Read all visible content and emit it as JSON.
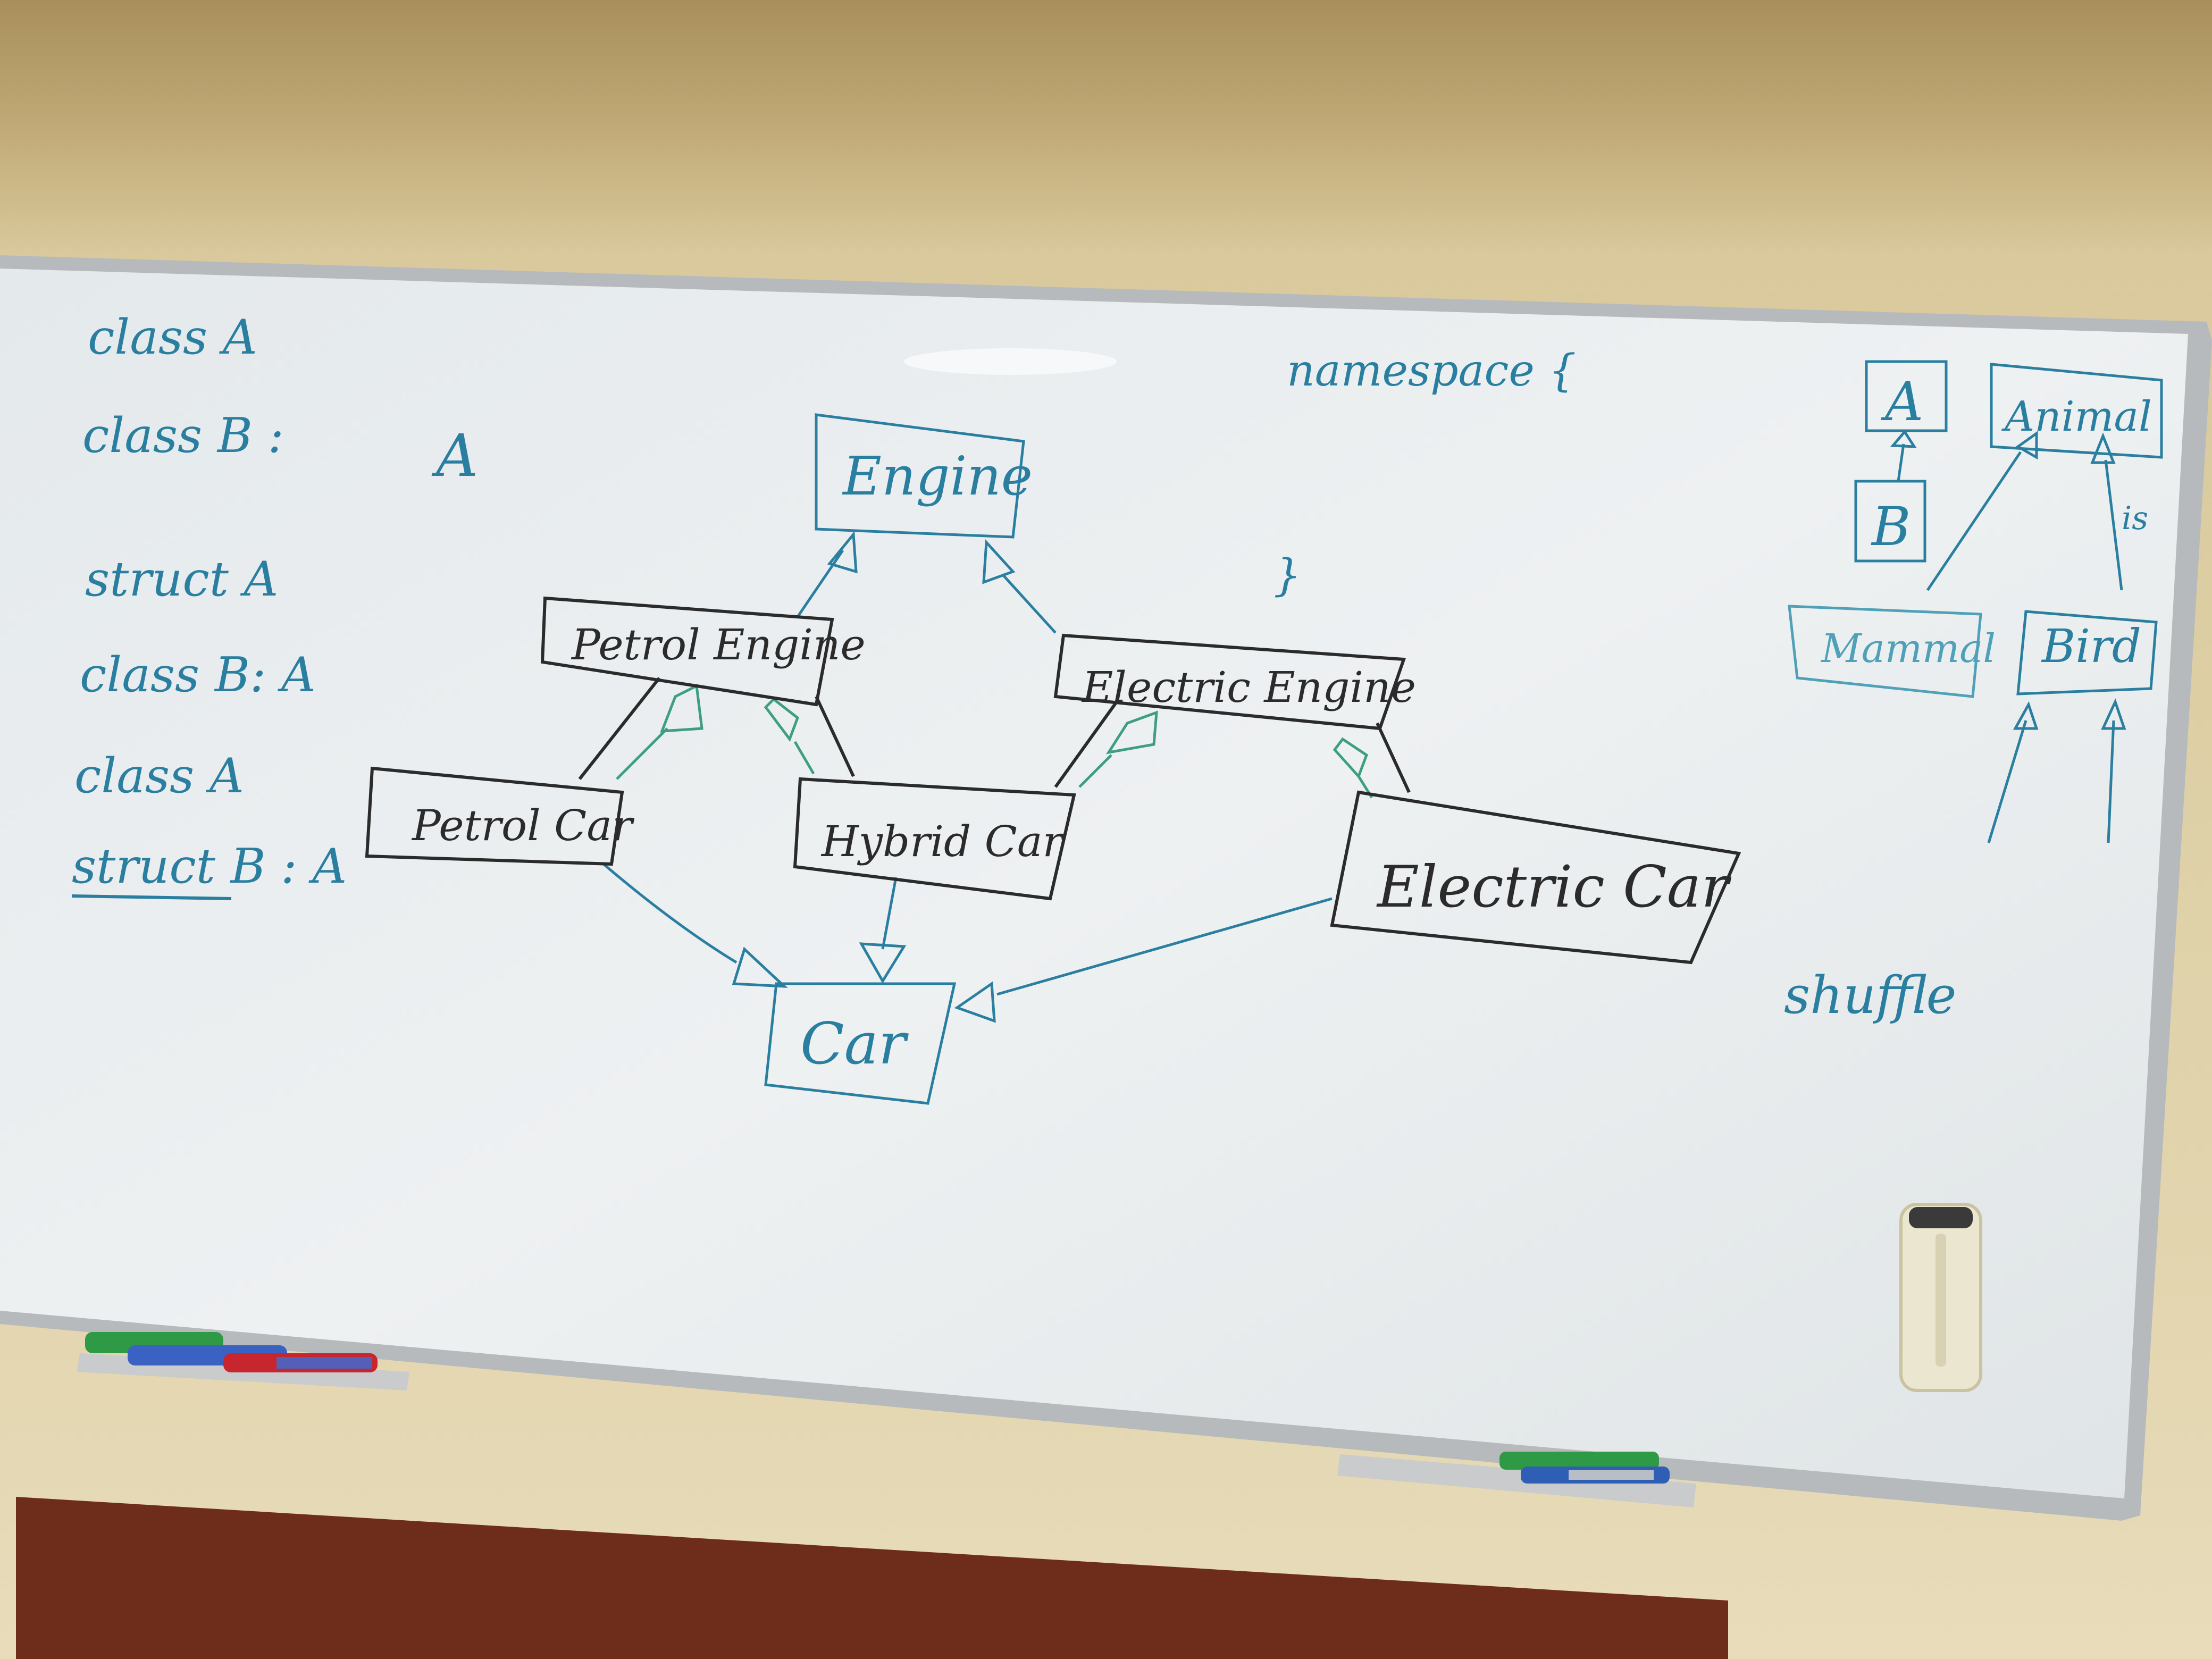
{
  "colors": {
    "wall_top": "#a88f5c",
    "wall_bottom": "#e8dcbb",
    "board": "#e9edee",
    "frame": "#b9bcbe",
    "ink_teal": "#2a7fa0",
    "ink_black": "#2b2b2b",
    "ink_green": "#3e9e82",
    "wood": "#6e2c1a",
    "marker_green": "#2f9a45",
    "marker_red": "#c8262e",
    "marker_blue": "#2f5fb4",
    "eraser": "#ebe6cf"
  },
  "left_notes": {
    "line1": "class A",
    "line2": "class B :",
    "line2_extra": "A",
    "line3": "struct A",
    "line4": "class B: A",
    "line5": "class A",
    "line6": "struct B : A"
  },
  "center": {
    "namespace_open": "namespace {",
    "namespace_close": "}"
  },
  "diagram": {
    "engine": "Engine",
    "petrol_engine": "Petrol Engine",
    "electric_engine": "Electric Engine",
    "petrol_car": "Petrol Car",
    "hybrid_car": "Hybrid Car",
    "electric_car": "Electric Car",
    "car": "Car"
  },
  "right_notes": {
    "a": "A",
    "b": "B",
    "animal": "Animal",
    "is": "is",
    "mammal": "Mammal",
    "bird": "Bird",
    "shuffle": "shuffle"
  },
  "icons": [
    "eraser-icon",
    "marker-icon"
  ]
}
